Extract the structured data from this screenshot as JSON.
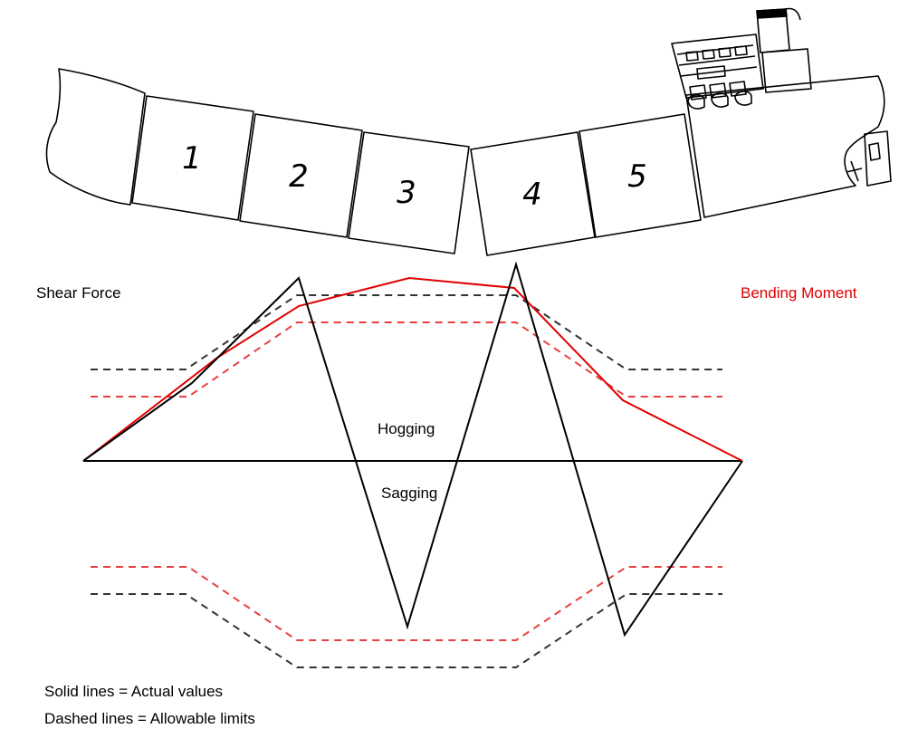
{
  "holds": [
    {
      "id": "hold-1",
      "label": "1"
    },
    {
      "id": "hold-2",
      "label": "2"
    },
    {
      "id": "hold-3",
      "label": "3"
    },
    {
      "id": "hold-4",
      "label": "4"
    },
    {
      "id": "hold-5",
      "label": "5"
    }
  ],
  "labels": {
    "shear_force": "Shear Force",
    "bending_moment": "Bending Moment",
    "hogging": "Hogging",
    "sagging": "Sagging",
    "legend_solid": "Solid lines = Actual values",
    "legend_dashed": "Dashed lines = Allowable limits"
  },
  "colors": {
    "shear_force": "#000000",
    "bending_moment": "#e00000",
    "shear_limit": "#333333",
    "bending_limit": "#e84040",
    "hull_outline": "#000000"
  }
}
